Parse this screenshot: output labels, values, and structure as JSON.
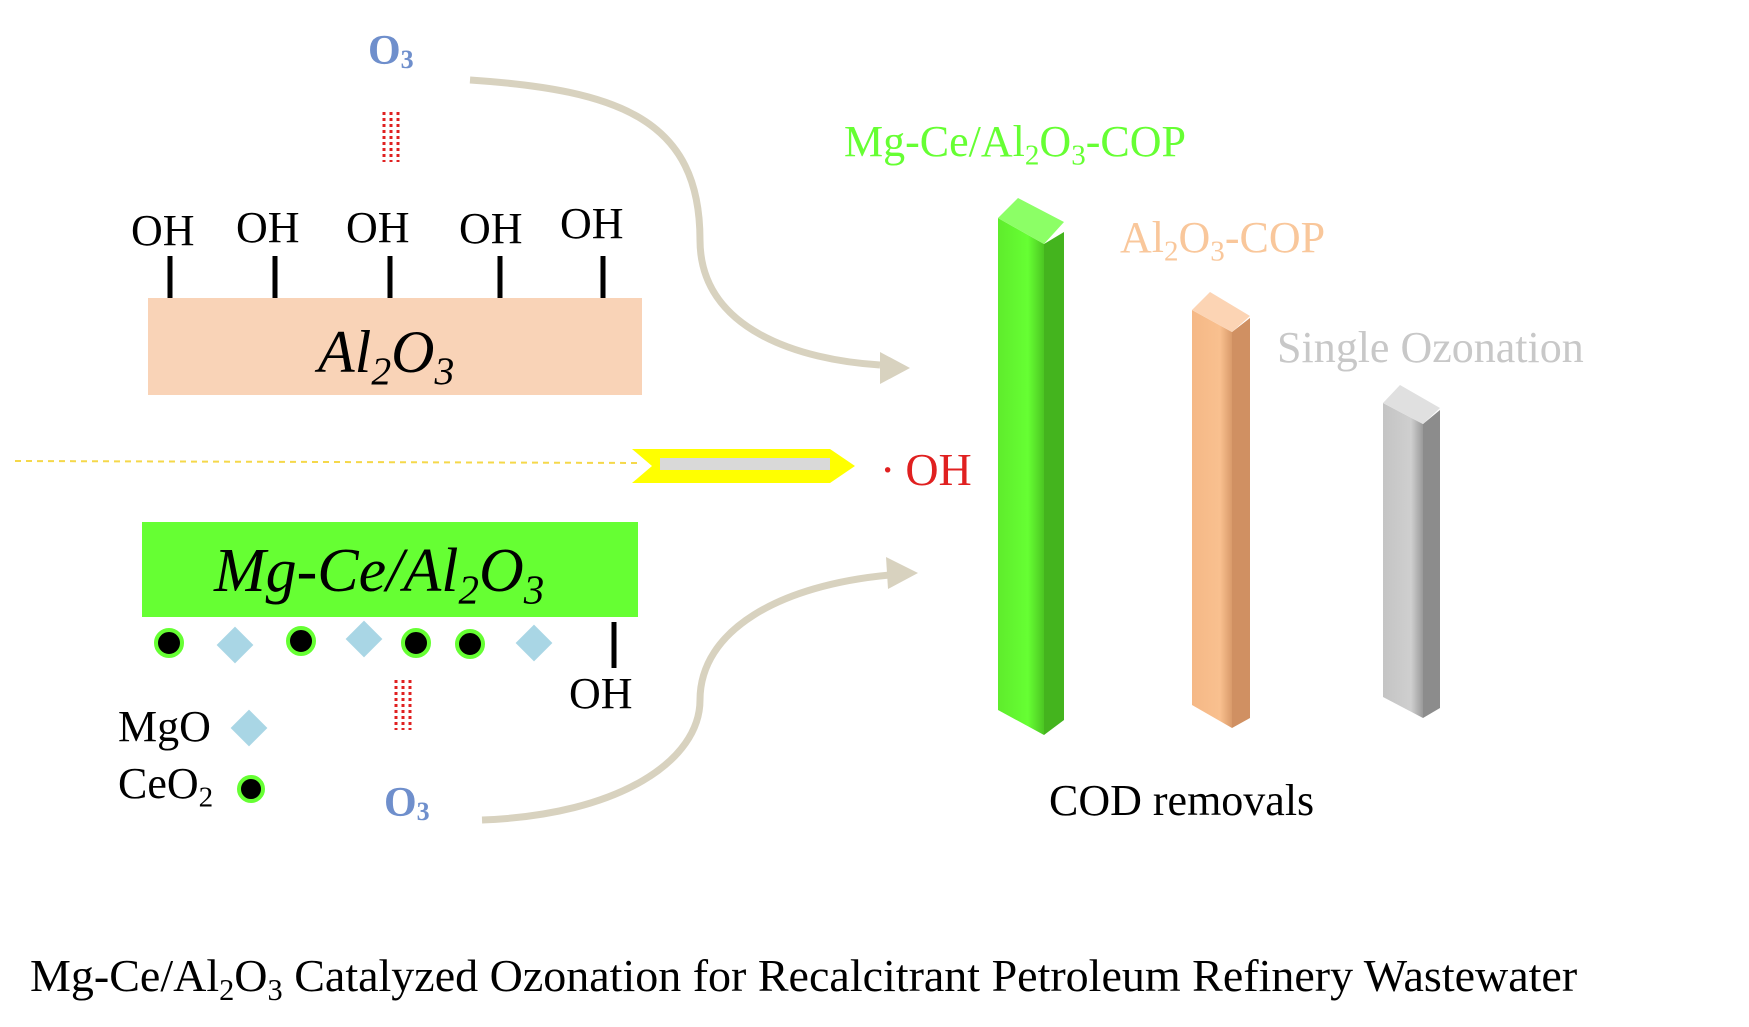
{
  "diagram": {
    "top_panel": {
      "ozone": {
        "main": "O",
        "sub": "3"
      },
      "hydroxyls": [
        "OH",
        "OH",
        "OH",
        "OH",
        "OH"
      ],
      "support": {
        "prefix": "Al",
        "sub1": "2",
        "mid": "O",
        "sub2": "3"
      },
      "color": "#f9d3b7"
    },
    "bottom_panel": {
      "catalyst": {
        "prefix": "Mg-Ce/Al",
        "sub1": "2",
        "mid": "O",
        "sub2": "3"
      },
      "color": "#66ff33",
      "hydroxyl": "OH",
      "ozone": {
        "main": "O",
        "sub": "3"
      }
    },
    "legend": {
      "mgo": {
        "main": "MgO"
      },
      "ceo2": {
        "main": "CeO",
        "sub": "2"
      },
      "mgo_color": "#a9d6e5",
      "ceo2_color": "#000000"
    },
    "radical": {
      "dot": "·",
      "label": "OH",
      "color": "#e02020"
    },
    "bars": [
      {
        "label_prefix": "Mg-Ce/Al",
        "s1": "2",
        "mid": "O",
        "s2": "3",
        "suffix": "-COP",
        "color": "#66ff33",
        "label_color": "#66ff33"
      },
      {
        "label_prefix": "Al",
        "s1": "2",
        "mid": "O",
        "s2": "3",
        "suffix": "-COP",
        "color": "#f9c08f",
        "label_color": "#f9c79b"
      },
      {
        "label": "Single Ozonation",
        "color": "#c8c8c8",
        "label_color": "#c8c8c8"
      }
    ],
    "bars_caption": "COD removals",
    "title": {
      "prefix": "Mg-Ce/Al",
      "s1": "2",
      "mid": "O",
      "s2": "3",
      "suffix": " Catalyzed Ozonation for Recalcitrant Petroleum Refinery Wastewater"
    }
  }
}
